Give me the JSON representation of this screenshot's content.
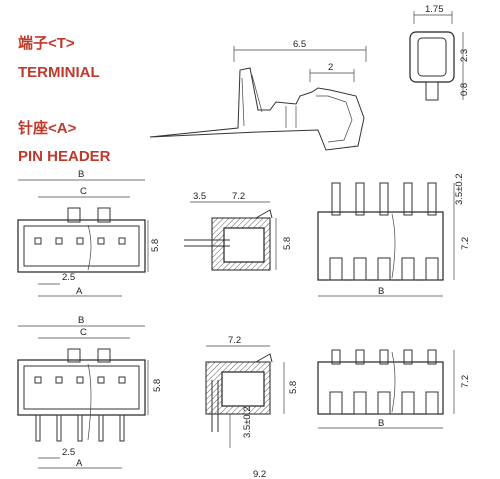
{
  "labels": {
    "terminal_cn": "端子<T>",
    "terminal_en": "TERMINIAL",
    "header_cn": "针座<A>",
    "header_en": "PIN HEADER"
  },
  "dims": {
    "d_6_5": "6.5",
    "d_2": "2",
    "d_1_75": "1.75",
    "d_2_3": "2.3",
    "d_0_8": "0.8",
    "top_front_B": "B",
    "top_front_C": "C",
    "top_front_5_8": "5.8",
    "top_front_2_5": "2.5",
    "top_front_A": "A",
    "top_side_3_5": "3.5",
    "top_side_7_2": "7.2",
    "top_side_5_8": "5.8",
    "top_rear_3_5": "3.5±0.2",
    "top_rear_7_2": "7.2",
    "top_rear_B": "B",
    "bot_front_B": "B",
    "bot_front_C": "C",
    "bot_front_5_8": "5.8",
    "bot_front_2_5": "2.5",
    "bot_front_A": "A",
    "bot_side_7_2": "7.2",
    "bot_side_5_8": "5.8",
    "bot_side_3_5": "3.5±0.2",
    "bot_rear_7_2": "7.2",
    "bot_rear_B": "B",
    "bottom_cut": "9.2"
  }
}
